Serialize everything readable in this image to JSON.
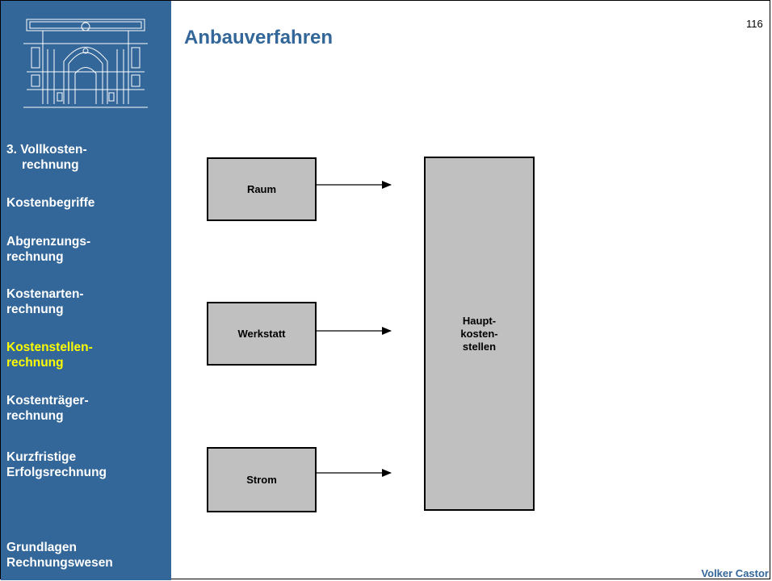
{
  "slide": {
    "title": "Anbauverfahren",
    "page_number": "116",
    "author": "Volker Castor"
  },
  "sidebar": {
    "items": [
      {
        "line1": "3. Vollkosten-",
        "line2": "rechnung",
        "active": false
      },
      {
        "line1": "Kostenbegriffe",
        "line2": "",
        "active": false
      },
      {
        "line1": "Abgrenzungs-",
        "line2": "rechnung",
        "active": false
      },
      {
        "line1": "Kostenarten-",
        "line2": "rechnung",
        "active": false
      },
      {
        "line1": "Kostenstellen-",
        "line2": "rechnung",
        "active": true
      },
      {
        "line1": "Kostenträger-",
        "line2": "rechnung",
        "active": false
      },
      {
        "line1": "Kurzfristige",
        "line2": "Erfolgsrechnung",
        "active": false
      },
      {
        "line1": "Grundlagen",
        "line2": "Rechnungswesen",
        "active": false
      }
    ],
    "active_color": "#ffff00",
    "background_color": "#336699"
  },
  "diagram": {
    "sources": [
      {
        "label": "Raum"
      },
      {
        "label": "Werkstatt"
      },
      {
        "label": "Strom"
      }
    ],
    "target": {
      "line1": "Haupt-",
      "line2": "kosten-",
      "line3": "stellen"
    },
    "box_color": "#c0c0c0"
  }
}
